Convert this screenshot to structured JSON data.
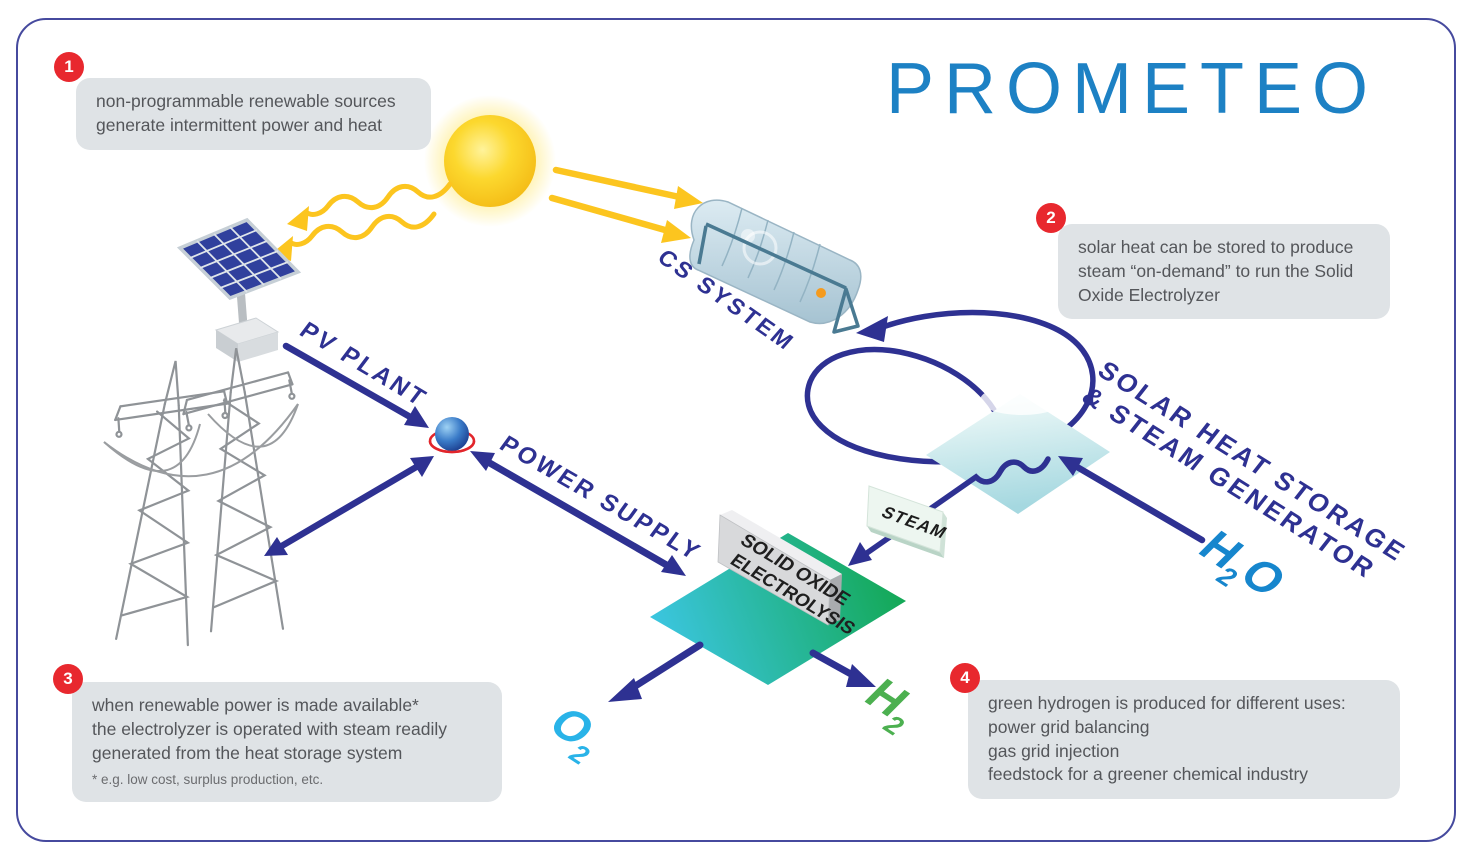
{
  "title": "PROMETEO",
  "callouts": {
    "c1": {
      "badge": "1",
      "line1": "non-programmable renewable sources",
      "line2": "generate intermittent power and heat"
    },
    "c2": {
      "badge": "2",
      "line1": "solar heat can be stored to produce",
      "line2": "steam “on-demand” to run the Solid",
      "line3": "Oxide Electrolyzer"
    },
    "c3": {
      "badge": "3",
      "line1": "when renewable power is made available*",
      "line2": "the electrolyzer is operated with steam readily",
      "line3": "generated from the heat storage system",
      "footnote": "* e.g. low cost, surplus production, etc."
    },
    "c4": {
      "badge": "4",
      "line1": "green hydrogen is produced for different uses:",
      "line2": "power grid balancing",
      "line3": "gas grid injection",
      "line4": "feedstock for a greener chemical industry"
    }
  },
  "labels": {
    "pv_plant": "PV PLANT",
    "power_supply": "POWER SUPPLY",
    "cs_system": "CS SYSTEM",
    "solar_heat_line1": "SOLAR HEAT STORAGE",
    "solar_heat_line2": "& STEAM GENERATOR",
    "steam": "STEAM",
    "soe_line1": "SOLID OXIDE",
    "soe_line2": "ELECTROLYSIS"
  },
  "molecules": {
    "h2o": {
      "a": "H",
      "sub": "2",
      "b": "O"
    },
    "o2": {
      "a": "O",
      "sub": "2"
    },
    "h2": {
      "a": "H",
      "sub": "2"
    }
  },
  "colors": {
    "title_blue": "#1d81c4",
    "arrow_navy": "#2e3192",
    "badge_red": "#e8282e",
    "callout_bg": "#dfe3e6",
    "callout_text": "#54565a",
    "sun_yellow": "#fcc51f",
    "h2o_blue": "#1686cd",
    "o2_cyan": "#29b3e8",
    "h2_green": "#4cb050",
    "electrolysis_cyan": "#3cc6e2",
    "electrolysis_green": "#12a750"
  }
}
